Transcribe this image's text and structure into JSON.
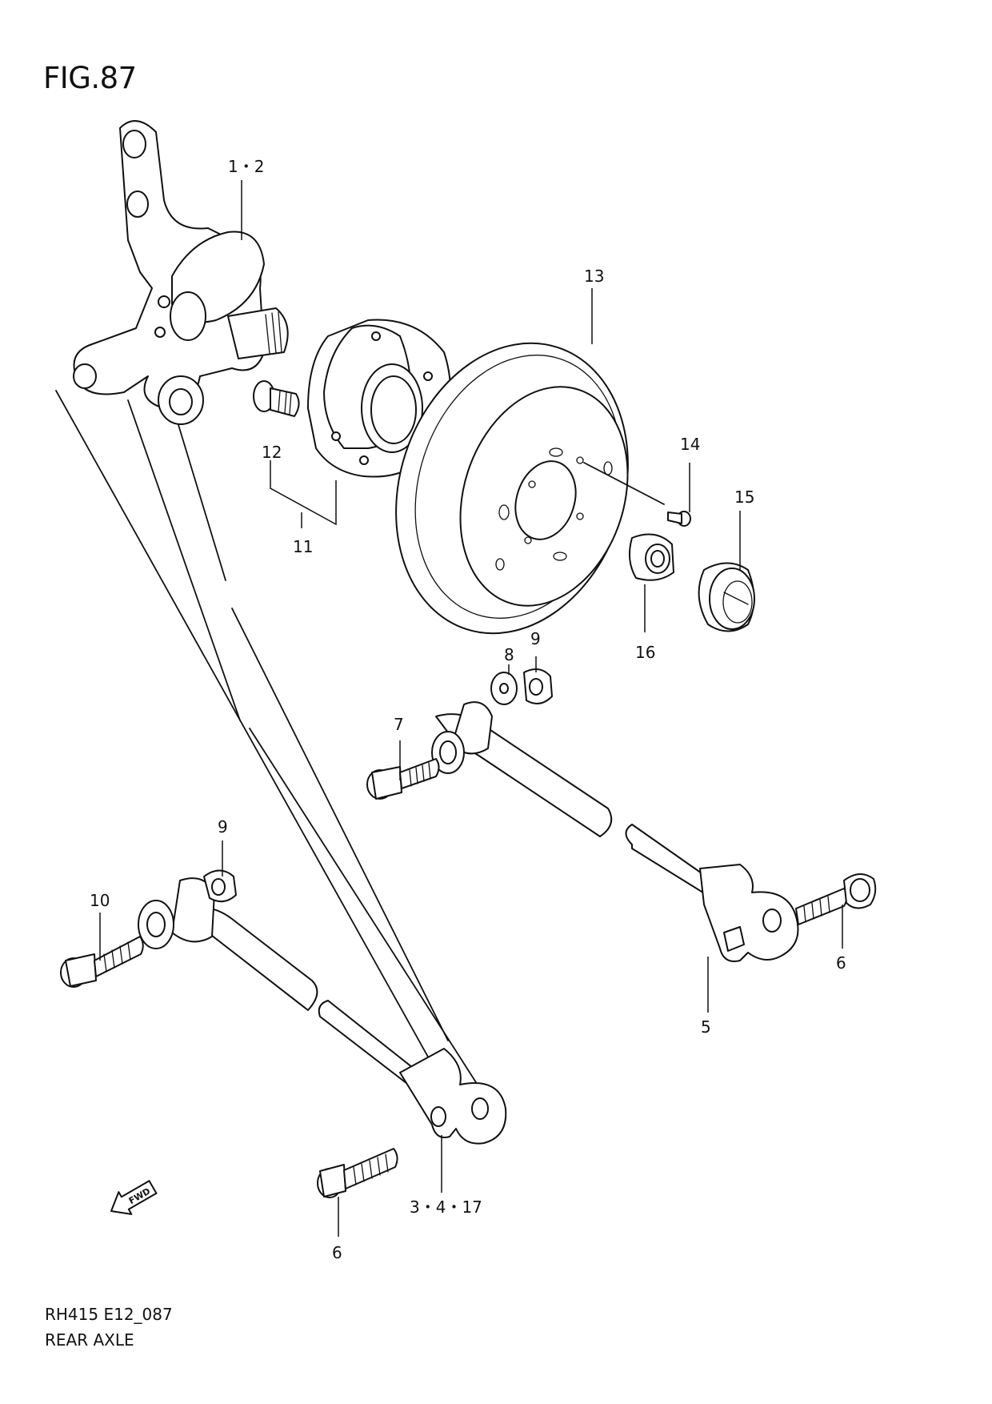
{
  "figure": {
    "title": "FIG.87",
    "code": "RH415 E12_087",
    "name": "REAR AXLE",
    "fwd_label": "FWD"
  },
  "callouts": {
    "c_1_2": "1・2",
    "c_13": "13",
    "c_14": "14",
    "c_15": "15",
    "c_12": "12",
    "c_11": "11",
    "c_16": "16",
    "c_8": "8",
    "c_9a": "9",
    "c_7": "7",
    "c_9b": "9",
    "c_10": "10",
    "c_6a": "6",
    "c_5": "5",
    "c_3_4_17": "3・4・17",
    "c_6b": "6"
  },
  "icons": {
    "fwd_arrow": "fwd-arrow-icon"
  }
}
